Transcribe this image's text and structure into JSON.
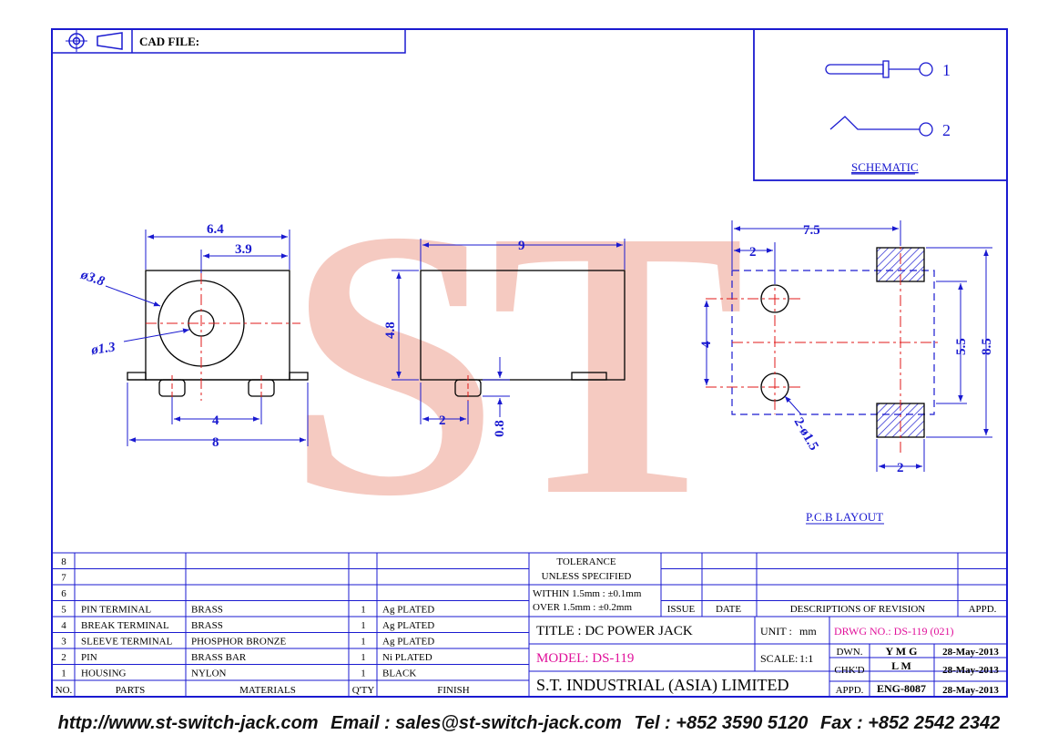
{
  "header": {
    "cad_file_label": "CAD FILE:"
  },
  "watermark": {
    "text": "ST",
    "color": "#f2b3a8"
  },
  "colors": {
    "line": "#1a1ad0",
    "center": "#e01818",
    "magenta": "#e0109a",
    "ink": "#000000"
  },
  "schematic": {
    "label": "SCHEMATIC",
    "pin1": "1",
    "pin2": "2"
  },
  "front_view": {
    "dim_6_4": "6.4",
    "dim_3_9": "3.9",
    "dia_outer": "ø3.8",
    "dia_inner": "ø1.3",
    "dim_4": "4",
    "dim_8": "8"
  },
  "side_view": {
    "dim_9": "9",
    "dim_4_8": "4.8",
    "dim_2": "2",
    "dim_0_8": "0.8"
  },
  "pcb": {
    "label": "P.C.B LAYOUT",
    "dim_7_5": "7.5",
    "dim_2_top": "2",
    "dim_4": "4",
    "dim_5_5": "5.5",
    "dim_8_5": "8.5",
    "dim_2_bottom": "2",
    "holes": "2-ø1.5"
  },
  "bom": {
    "rows": [
      {
        "no": "8",
        "part": "",
        "material": "",
        "qty": "",
        "finish": ""
      },
      {
        "no": "7",
        "part": "",
        "material": "",
        "qty": "",
        "finish": ""
      },
      {
        "no": "6",
        "part": "",
        "material": "",
        "qty": "",
        "finish": ""
      },
      {
        "no": "5",
        "part": "PIN TERMINAL",
        "material": "BRASS",
        "qty": "1",
        "finish": "Ag PLATED"
      },
      {
        "no": "4",
        "part": "BREAK TERMINAL",
        "material": "BRASS",
        "qty": "1",
        "finish": "Ag PLATED"
      },
      {
        "no": "3",
        "part": "SLEEVE TERMINAL",
        "material": "PHOSPHOR BRONZE",
        "qty": "1",
        "finish": "Ag PLATED"
      },
      {
        "no": "2",
        "part": "PIN",
        "material": "BRASS BAR",
        "qty": "1",
        "finish": "Ni PLATED"
      },
      {
        "no": "1",
        "part": "HOUSING",
        "material": "NYLON",
        "qty": "1",
        "finish": "BLACK"
      }
    ],
    "headers": {
      "no": "NO.",
      "parts": "PARTS",
      "materials": "MATERIALS",
      "qty": "Q'TY",
      "finish": "FINISH"
    }
  },
  "tolerance": {
    "title": "TOLERANCE",
    "unless": "UNLESS  SPECIFIED",
    "within": "WITHIN  1.5mm : ±0.1mm",
    "over": "OVER   1.5mm : ±0.2mm"
  },
  "revision": {
    "issue": "ISSUE",
    "date": "DATE",
    "desc": "DESCRIPTIONS  OF  REVISION",
    "appd": "APPD."
  },
  "title_block": {
    "title": "TITLE : DC POWER JACK",
    "unit_label": "UNIT :",
    "unit": "mm",
    "drwg_no": "DRWG NO.: DS-119 (021)",
    "model": "MODEL: DS-119",
    "scale_label": "SCALE:",
    "scale": "1:1",
    "company": "S.T.  INDUSTRIAL  (ASIA)  LIMITED",
    "dwn_label": "DWN.",
    "dwn": "Y M G",
    "dwn_date": "28-May-2013",
    "chkd_label": "CHK'D",
    "chkd": "L M",
    "chkd_date": "28-May-2013",
    "appd_label": "APPD.",
    "appd": "ENG-8087",
    "appd_date": "28-May-2013"
  },
  "footer": {
    "website": "http://www.st-switch-jack.com",
    "email": "Email : sales@st-switch-jack.com",
    "tel": "Tel : +852 3590 5120",
    "fax": "Fax : +852 2542 2342"
  }
}
